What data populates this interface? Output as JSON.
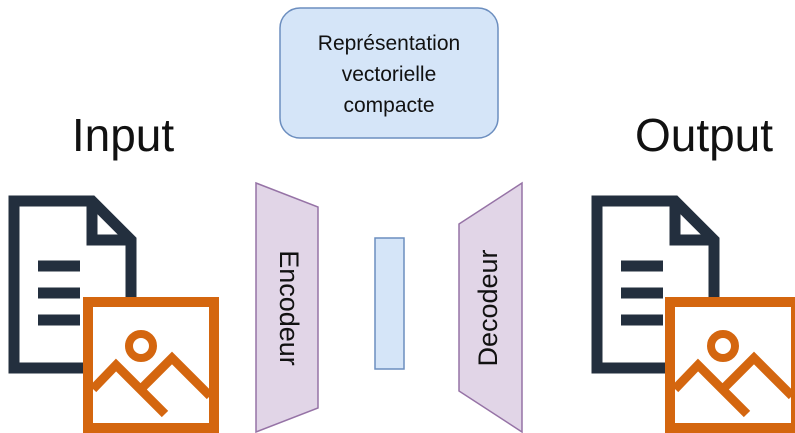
{
  "diagram": {
    "latent_box": {
      "lines": [
        "Représentation",
        "vectorielle",
        "compacte"
      ]
    },
    "input": {
      "label": "Input",
      "icons": [
        "document-icon",
        "image-icon"
      ]
    },
    "output": {
      "label": "Output",
      "icons": [
        "document-icon",
        "image-icon"
      ]
    },
    "encoder": {
      "label": "Encodeur"
    },
    "decoder": {
      "label": "Decodeur"
    }
  },
  "colors": {
    "latent_fill": "#d5e5f8",
    "latent_stroke": "#6c8ebf",
    "stage_fill": "#e1d5e7",
    "stage_stroke": "#9673a6",
    "document_stroke": "#232f3e",
    "image_stroke": "#d4660f"
  }
}
